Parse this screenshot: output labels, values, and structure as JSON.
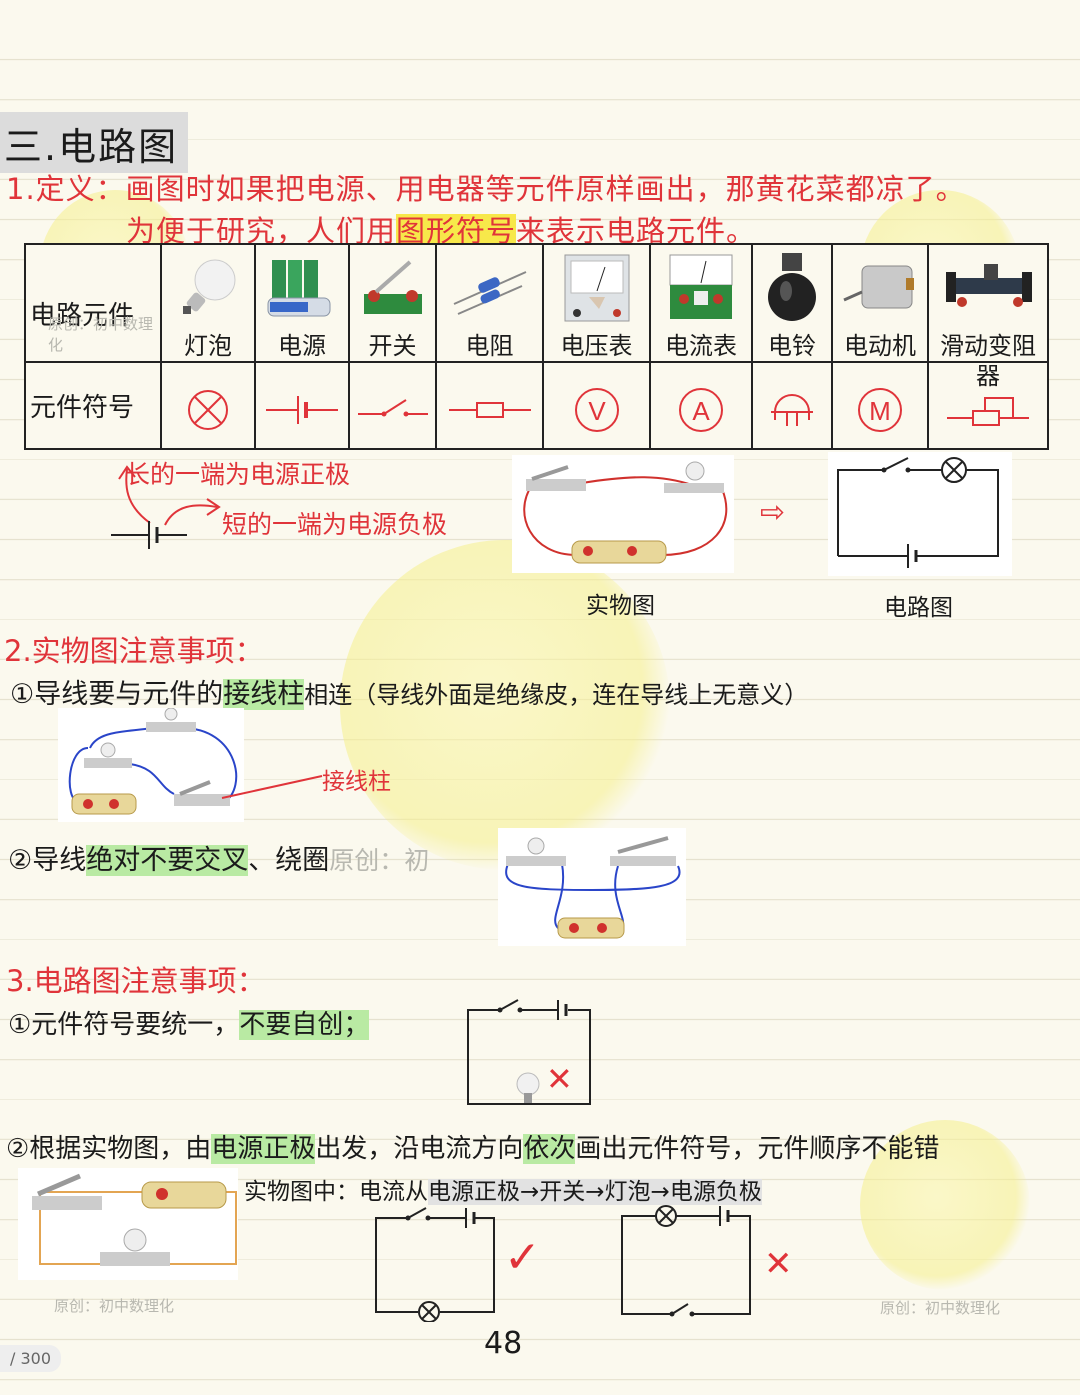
{
  "section_title": "三.电路图",
  "definition": {
    "prefix": "1.定义：",
    "line1": "画图时如果把电源、用电器等元件原样画出，那黄花菜都凉了。",
    "line2_a": "为便于研究，人们用",
    "line2_hl": "图形符号",
    "line2_b": "来表示电路元件。"
  },
  "table": {
    "row1_header": "电路元件",
    "row2_header": "元件符号",
    "watermark": "原创：初中数理化",
    "components": [
      {
        "name": "灯泡",
        "icon": "bulb-icon"
      },
      {
        "name": "电源",
        "icon": "battery-icon"
      },
      {
        "name": "开关",
        "icon": "switch-icon"
      },
      {
        "name": "电阻",
        "icon": "resistor-icon"
      },
      {
        "name": "电压表",
        "icon": "voltmeter-icon"
      },
      {
        "name": "电流表",
        "icon": "ammeter-icon"
      },
      {
        "name": "电铃",
        "icon": "bell-icon"
      },
      {
        "name": "电动机",
        "icon": "motor-icon"
      },
      {
        "name": "滑动变阻器",
        "icon": "rheostat-icon"
      }
    ],
    "meter_letters": {
      "voltmeter": "V",
      "ammeter": "A",
      "motor": "M"
    }
  },
  "battery_notes": {
    "long": "长的一端为电源正极",
    "short": "短的一端为电源负极"
  },
  "physical_caption": "实物图",
  "circuit_caption": "电路图",
  "section2": {
    "title": "2.实物图注意事项：",
    "item1_a": "①导线要与元件的",
    "item1_hl": "接线柱",
    "item1_b": "相连（导线外面是绝缘皮，连在导线上无意义）",
    "terminal_label": "接线柱",
    "item2_a": "②导线",
    "item2_hl": "绝对不要交叉",
    "item2_b": "、绕圈",
    "item2_wm": "原创：初"
  },
  "section3": {
    "title": "3.电路图注意事项：",
    "item1_a": "①元件符号要统一，",
    "item1_hl": "不要自创；",
    "item2_a": "②根据实物图，由",
    "item2_hl1": "电源正极",
    "item2_b": "出发，沿电流方向",
    "item2_hl2": "依次",
    "item2_c": "画出元件符号，元件顺序不能错",
    "flow_prefix": "实物图中：电流从",
    "flow_hl": "电源正极→开关→灯泡→电源负极"
  },
  "watermark_left": "原创：初中数理化",
  "watermark_right": "原创：初中数理化",
  "page_number": "48",
  "page_badge": "/ 300",
  "marks": {
    "check": "✓",
    "cross": "✕",
    "arrow": "⇨"
  },
  "colors": {
    "red": "#e0343a",
    "yellow_highlight": "#f7e84a",
    "green_highlight": "#b9eaa3",
    "wire_blue": "#2a45c9"
  }
}
